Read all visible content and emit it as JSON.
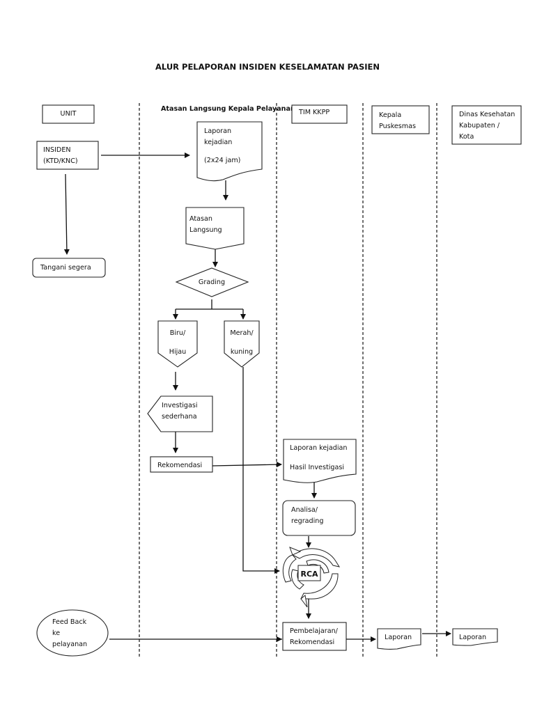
{
  "title": "ALUR PELAPORAN INSIDEN KESELAMATAN PASIEN",
  "lanes": {
    "unit": "UNIT",
    "atasan": "Atasan Langsung Kepala Pelayanan",
    "tim": "TIM KKPP",
    "kepala": [
      "Kepala",
      "Puskesmas"
    ],
    "dinas": [
      "Dinas Kesehatan",
      "Kabupaten /",
      "Kota"
    ]
  },
  "nodes": {
    "insiden": [
      "INSIDEN",
      "(KTD/KNC)"
    ],
    "tangani": "Tangani segera",
    "laporan_kejadian": [
      "Laporan",
      "kejadian",
      "(2x24 jam)"
    ],
    "atasan_langsung": [
      "Atasan",
      "Langsung"
    ],
    "grading": "Grading",
    "biru_hijau": [
      "Biru/",
      "Hijau"
    ],
    "merah_kuning": [
      "Merah/",
      "kuning"
    ],
    "investigasi": [
      "Investigasi",
      "sederhana"
    ],
    "rekomendasi": "Rekomendasi",
    "laporan_hasil": [
      "Laporan kejadian",
      "Hasil Investigasi"
    ],
    "analisa": [
      "Analisa/",
      "regrading"
    ],
    "rca": "RCA",
    "feedback": [
      "Feed Back",
      "ke",
      "pelayanan"
    ],
    "pembelajaran": [
      "Pembelajaran/",
      "Rekomendasi"
    ],
    "laporan_kepala": "Laporan",
    "laporan_dinas": "Laporan"
  }
}
